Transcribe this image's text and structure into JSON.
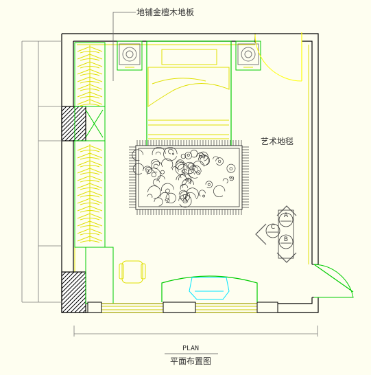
{
  "labels": {
    "floor_note": "地铺金檀木地板",
    "carpet": "艺术地毯",
    "plan_en": "PLAN",
    "plan_cn": "平面布置图"
  },
  "elevation_marks": [
    "A",
    "B",
    "C"
  ],
  "colors": {
    "background": "#fefef0",
    "wall": "#000000",
    "bed": "#00cc00",
    "hanger": "#e0e000",
    "window": "#cccc00",
    "door": "#ffff00",
    "desk_chair": "#00e5ff",
    "rug": "#333333",
    "dimension": "#666666"
  }
}
